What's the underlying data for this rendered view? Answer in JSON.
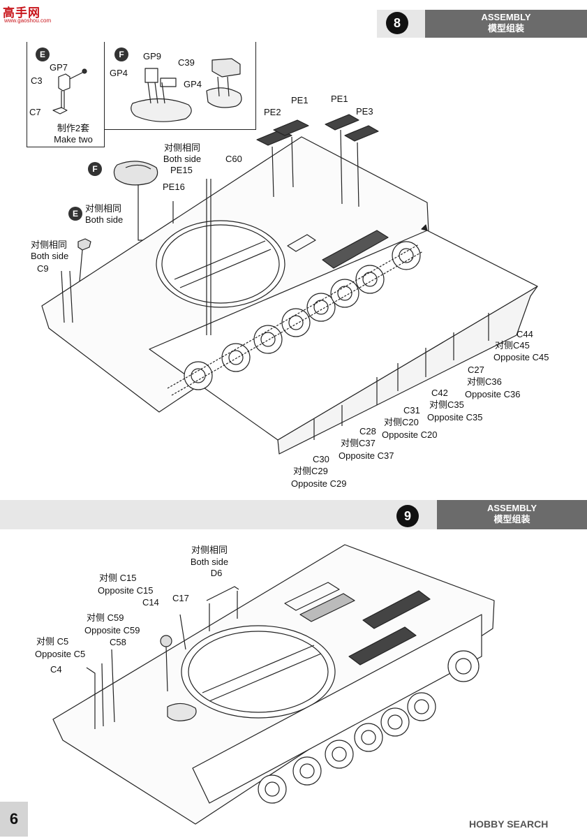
{
  "logo": {
    "title": "高手网",
    "subtitle": "www.gaoshou.com"
  },
  "step8": {
    "number": "8",
    "assembly_en": "ASSEMBLY",
    "assembly_cn": "模型组装",
    "inset_E": {
      "badge": "E",
      "labels": [
        "GP7",
        "C3",
        "C7"
      ],
      "note_cn": "制作2套",
      "note_en": "Make two"
    },
    "inset_F": {
      "badge": "F",
      "labels": [
        "GP9",
        "GP4",
        "GP4",
        "C39"
      ]
    },
    "callout_F_badge": "F",
    "callout_E_badge": "E",
    "labels": {
      "pe2": "PE2",
      "pe1a": "PE1",
      "pe1b": "PE1",
      "pe3": "PE3",
      "both_side_cn_1": "对侧相同",
      "both_side_en_1": "Both side",
      "pe15": "PE15",
      "c60": "C60",
      "pe16": "PE16",
      "both_side_cn_2": "对侧相同",
      "both_side_en_2": "Both side",
      "both_side_cn_3": "对侧相同",
      "both_side_en_3": "Both side",
      "c9": "C9",
      "c44": "C44",
      "c45_cn": "对侧C45",
      "c45_en": "Opposite C45",
      "c27": "C27",
      "c36_cn": "对侧C36",
      "c36_en": "Opposite C36",
      "c42": "C42",
      "c35_cn": "对侧C35",
      "c35_en": "Opposite C35",
      "c31": "C31",
      "c20_cn": "对侧C20",
      "c20_en": "Opposite C20",
      "c28": "C28",
      "c37_cn": "对侧C37",
      "c37_en": "Opposite C37",
      "c30": "C30",
      "c29_cn": "对侧C29",
      "c29_en": "Opposite C29"
    }
  },
  "step9": {
    "number": "9",
    "assembly_en": "ASSEMBLY",
    "assembly_cn": "模型组装",
    "labels": {
      "both_side_cn": "对侧相同",
      "both_side_en": "Both side",
      "d6": "D6",
      "c15_cn": "对侧  C15",
      "c15_en": "Opposite C15",
      "c14": "C14",
      "c17": "C17",
      "c59_cn": "对侧  C59",
      "c59_en": "Opposite C59",
      "c58": "C58",
      "c5_cn": "对侧  C5",
      "c5_en": "Opposite C5",
      "c4": "C4"
    }
  },
  "footer": {
    "page_number": "6",
    "watermark": "HOBBY SEARCH"
  },
  "colors": {
    "bar": "#6b6b6b",
    "band": "#e7e7e7",
    "logo_red": "#c8151b"
  }
}
